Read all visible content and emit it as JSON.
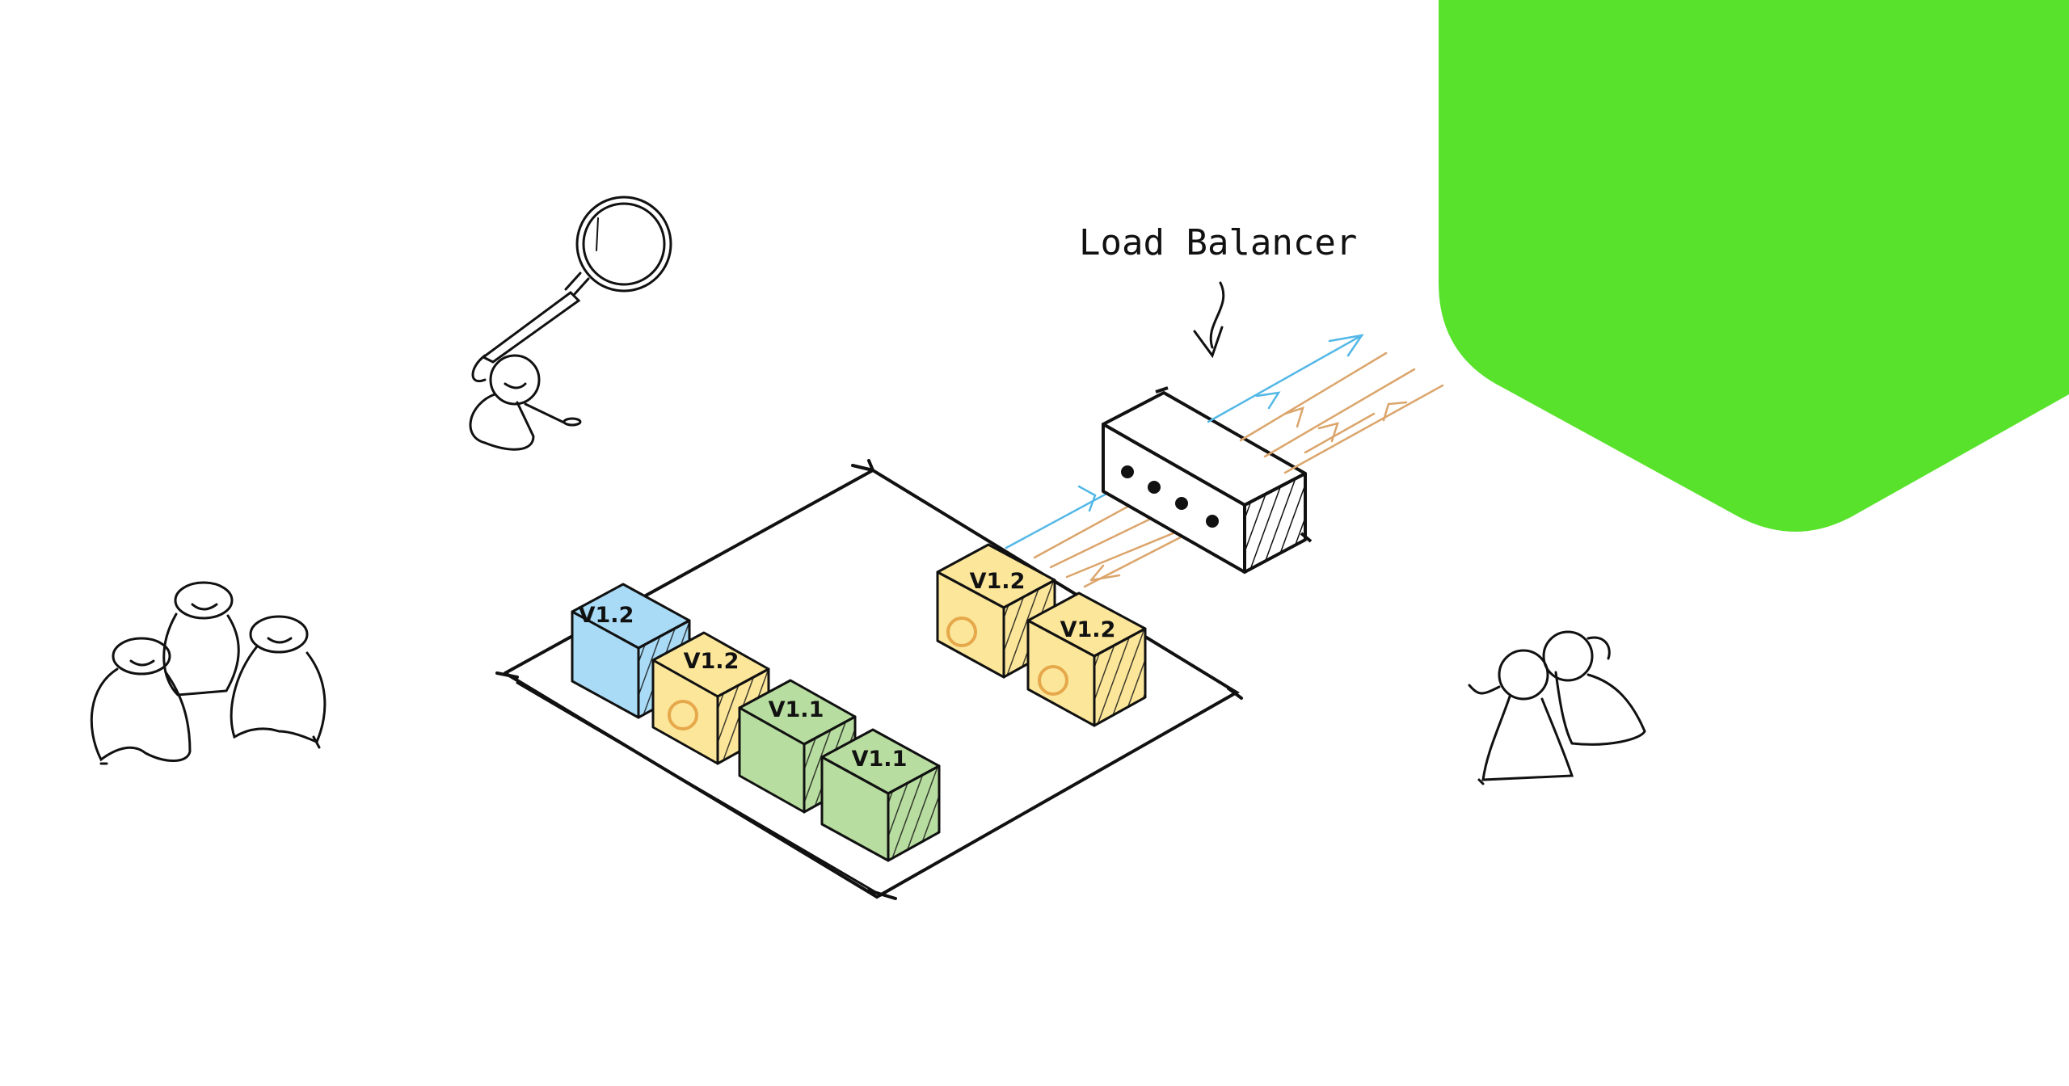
{
  "diagram": {
    "load_balancer_label": "Load Balancer",
    "boxes": [
      {
        "id": "blue-1",
        "label": "V1.2",
        "kind": "canary"
      },
      {
        "id": "yellow-1",
        "label": "V1.2",
        "kind": "new"
      },
      {
        "id": "green-1",
        "label": "V1.1",
        "kind": "old"
      },
      {
        "id": "green-2",
        "label": "V1.1",
        "kind": "old"
      },
      {
        "id": "yellow-2",
        "label": "V1.2",
        "kind": "new"
      },
      {
        "id": "yellow-3",
        "label": "V1.2",
        "kind": "new"
      }
    ]
  },
  "colors": {
    "accent_green": "#58e22b",
    "canary_blue": "#a9dbf6",
    "new_yellow": "#fbe69a",
    "old_green": "#b8dda0",
    "traffic_blue": "#53b8e6",
    "traffic_orange": "#dba56b",
    "ink": "#111111"
  }
}
